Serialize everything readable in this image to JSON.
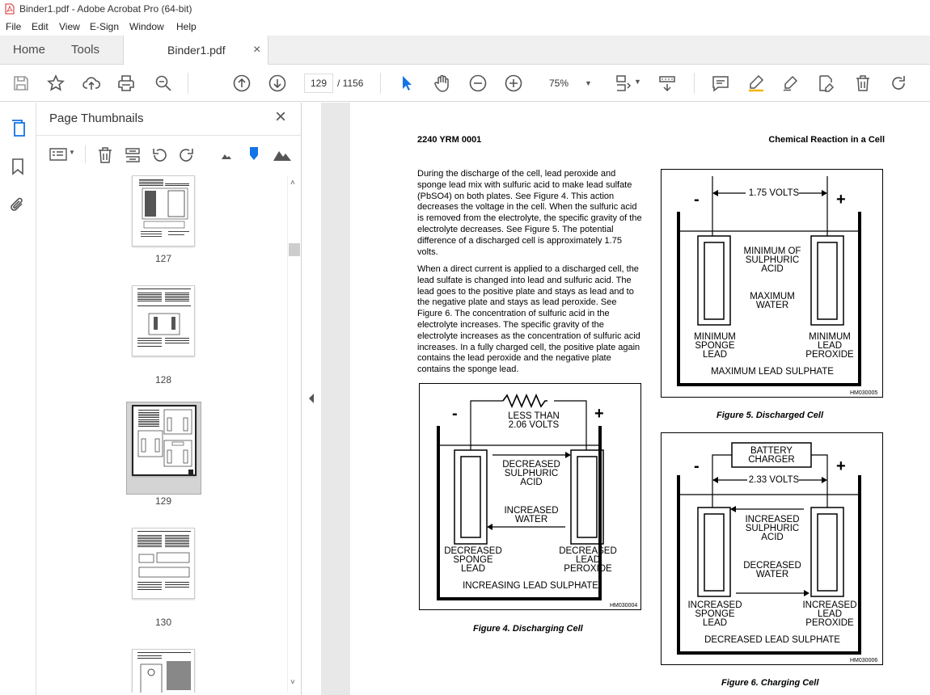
{
  "window": {
    "title": "Binder1.pdf - Adobe Acrobat Pro (64-bit)"
  },
  "menu": [
    "File",
    "Edit",
    "View",
    "E-Sign",
    "Window",
    "Help"
  ],
  "tabs": {
    "home": "Home",
    "tools": "Tools",
    "document": "Binder1.pdf",
    "close": "×"
  },
  "toolbar": {
    "page_current": "129",
    "page_total": "/  1156",
    "zoom": "75%"
  },
  "panel": {
    "title": "Page Thumbnails",
    "close": "×",
    "thumbnails": [
      {
        "label": "127"
      },
      {
        "label": "128"
      },
      {
        "label": "129",
        "selected": true
      },
      {
        "label": "130"
      }
    ]
  },
  "doc": {
    "header_left": "2240 YRM 0001",
    "header_right": "Chemical Reaction in a Cell",
    "para1": "During the discharge of the cell, lead peroxide and sponge lead mix with sulfuric acid to make lead sulfate (PbSO4) on both plates. See Figure 4. This action decreases the voltage in the cell. When the sulfuric acid is removed from the electrolyte, the specific gravity of the electrolyte decreases. See Figure 5. The potential difference of a discharged cell is approximately 1.75 volts.",
    "para2": "When a direct current is applied to a discharged cell, the lead sulfate is changed into lead and sulfuric acid. The lead goes to the positive plate and stays as lead and to the negative plate and stays as lead peroxide. See Figure 6. The concentration of sulfuric acid in the electrolyte increases. The specific gravity of the electrolyte increases as the concentration of sulfuric acid increases. In a fully charged cell, the positive plate again contains the lead peroxide and the negative plate contains the sponge lead.",
    "fig4": {
      "caption": "Figure 4. Discharging Cell",
      "minus": "-",
      "plus": "+",
      "voltage": "LESS THAN\n2.06 VOLTS",
      "acid": "DECREASED\nSULPHURIC\nACID",
      "water": "INCREASED\nWATER",
      "left": "DECREASED\nSPONGE\nLEAD",
      "right": "DECREASED\nLEAD\nPEROXIDE",
      "bottom": "INCREASING LEAD SULPHATE",
      "code": "HM030004"
    },
    "fig5": {
      "caption": "Figure 5. Discharged Cell",
      "minus": "-",
      "plus": "+",
      "voltage": "1.75 VOLTS",
      "acid": "MINIMUM OF\nSULPHURIC\nACID",
      "water": "MAXIMUM\nWATER",
      "left": "MINIMUM\nSPONGE\nLEAD",
      "right": "MINIMUM\nLEAD\nPEROXIDE",
      "bottom": "MAXIMUM LEAD SULPHATE",
      "code": "HM030005"
    },
    "fig6": {
      "caption": "Figure 6. Charging Cell",
      "minus": "-",
      "plus": "+",
      "charger": "BATTERY\nCHARGER",
      "voltage": "2.33 VOLTS",
      "acid": "INCREASED\nSULPHURIC\nACID",
      "water": "DECREASED\nWATER",
      "left": "INCREASED\nSPONGE\nLEAD",
      "right": "INCREASED\nLEAD\nPEROXIDE",
      "bottom": "DECREASED LEAD SULPHATE",
      "code": "HM030006"
    }
  },
  "colors": {
    "accent": "#1473e6",
    "pdf_red": "#d7282f"
  }
}
